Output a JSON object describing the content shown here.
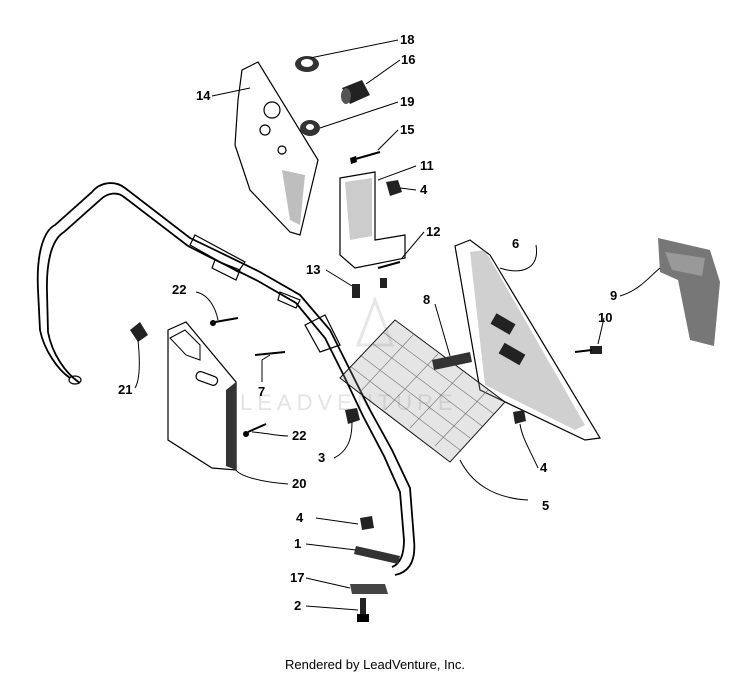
{
  "callouts": {
    "c1": "1",
    "c2": "2",
    "c3": "3",
    "c4a": "4",
    "c4b": "4",
    "c4c": "4",
    "c5": "5",
    "c6": "6",
    "c7": "7",
    "c8": "8",
    "c9": "9",
    "c10": "10",
    "c11": "11",
    "c12": "12",
    "c13": "13",
    "c14": "14",
    "c15": "15",
    "c16": "16",
    "c17": "17",
    "c18": "18",
    "c19": "19",
    "c20": "20",
    "c21": "21",
    "c22a": "22",
    "c22b": "22"
  },
  "watermark": "LEADVENTURE",
  "footer": "Rendered by LeadVenture, Inc."
}
